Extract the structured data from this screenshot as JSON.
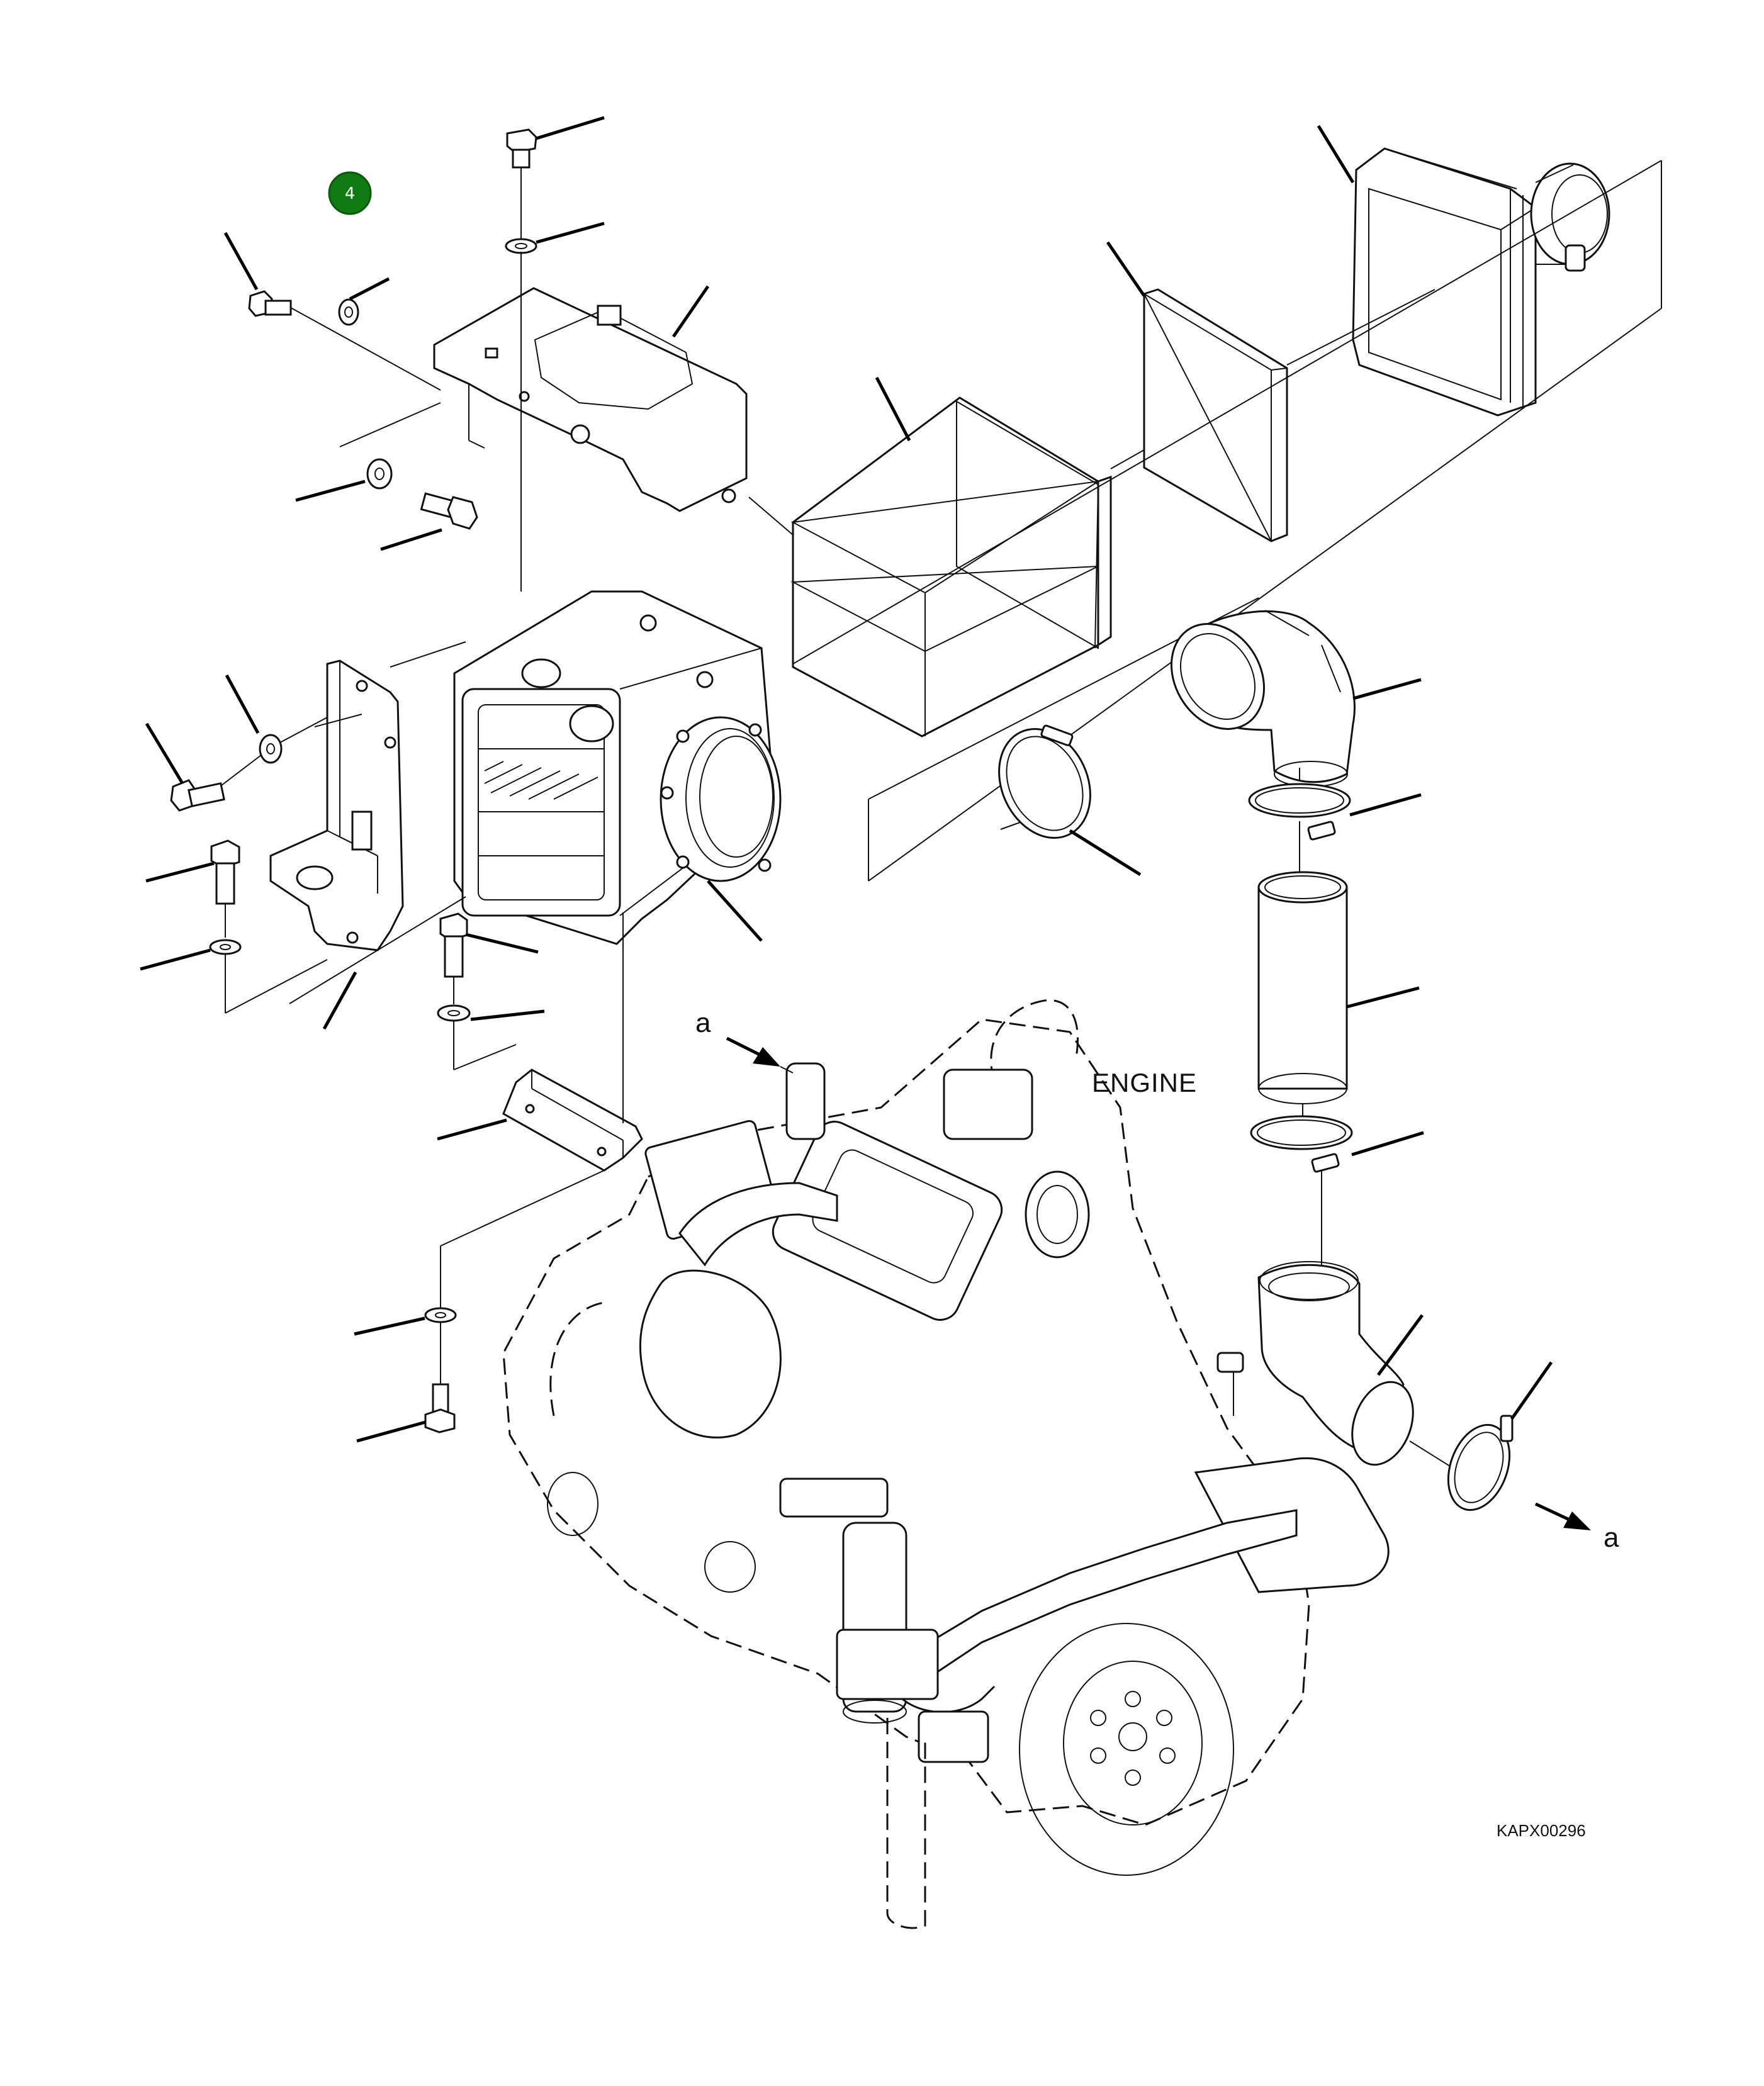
{
  "badge": {
    "number": "4",
    "color": "#0f7a12"
  },
  "labels": {
    "engine": "ENGINE",
    "arrow_ref_top": "a",
    "arrow_ref_bottom": "a",
    "drawing_code": "KAPX00296"
  },
  "colors": {
    "line": "#111111",
    "background": "#ffffff",
    "badge": "#0f7a12"
  }
}
